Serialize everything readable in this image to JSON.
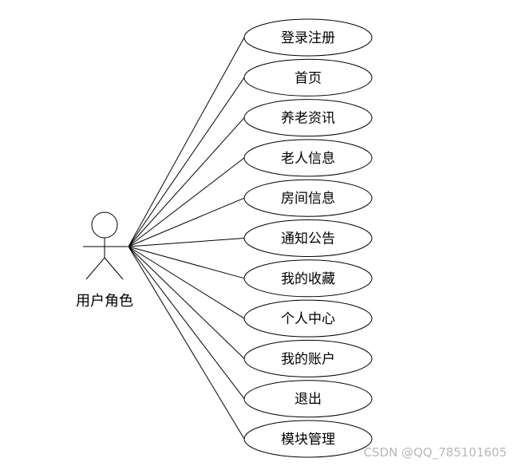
{
  "actor": {
    "label": "用户角色"
  },
  "use_cases": [
    {
      "label": "登录注册"
    },
    {
      "label": "首页"
    },
    {
      "label": "养老资讯"
    },
    {
      "label": "老人信息"
    },
    {
      "label": "房间信息"
    },
    {
      "label": "通知公告"
    },
    {
      "label": "我的收藏"
    },
    {
      "label": "个人中心"
    },
    {
      "label": "我的账户"
    },
    {
      "label": "退出"
    },
    {
      "label": "模块管理"
    }
  ],
  "watermark": "CSDN @QQ_785101605",
  "colors": {
    "stroke": "#000000",
    "background": "#ffffff",
    "watermark": "#b8b8b8"
  }
}
